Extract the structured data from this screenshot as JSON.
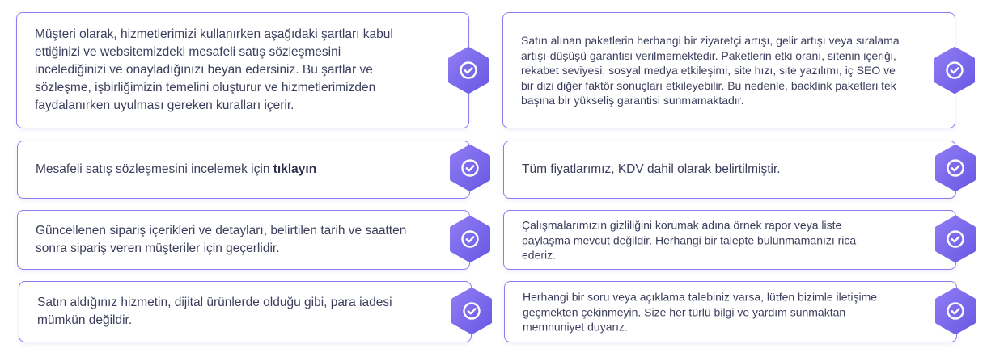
{
  "left": [
    {
      "text": "Müşteri olarak, hizmetlerimizi kullanırken aşağıdaki şartları kabul ettiğinizi ve websitemizdeki mesafeli satış sözleşmesini incelediğinizi ve onayladığınızı beyan edersiniz. Bu şartlar ve sözleşme, işbirliğimizin temelini oluşturur ve hizmetlerimizden faydalanırken uyulması gereken kuralları içerir."
    },
    {
      "text_prefix": "Mesafeli satış sözleşmesini incelemek için ",
      "link_label": "tıklayın"
    },
    {
      "text": "Güncellenen sipariş içerikleri ve detayları, belirtilen tarih ve saatten sonra sipariş veren müşteriler için geçerlidir."
    },
    {
      "text": "Satın aldığınız hizmetin, dijital ürünlerde olduğu gibi, para iadesi mümkün değildir."
    }
  ],
  "right": [
    {
      "text": "Satın alınan paketlerin herhangi bir ziyaretçi artışı, gelir artışı veya sıralama artışı-düşüşü garantisi verilmemektedir. Paketlerin etki oranı, sitenin içeriği, rekabet seviyesi, sosyal medya etkileşimi, site hızı, site yazılımı, iç SEO ve bir dizi diğer faktör sonuçları etkileyebilir. Bu nedenle, backlink paketleri tek başına bir yükseliş garantisi sunmamaktadır."
    },
    {
      "text": "Tüm fiyatlarımız, KDV dahil olarak belirtilmiştir."
    },
    {
      "text": "Çalışmalarımızın gizliliğini korumak adına örnek rapor veya liste paylaşma mevcut değildir. Herhangi bir talepte bulunmamanızı rica ederiz."
    },
    {
      "text": "Herhangi bir soru veya açıklama talebiniz varsa, lütfen bizimle iletişime geçmekten çekinmeyin. Size her türlü bilgi ve yardım sunmaktan memnuniyet duyarız."
    }
  ],
  "icon": "check-hexagon-icon",
  "colors": {
    "border": "#8b7df0",
    "badge_start": "#8f7cf3",
    "badge_end": "#6a58e4",
    "text": "#3b3f5c"
  }
}
